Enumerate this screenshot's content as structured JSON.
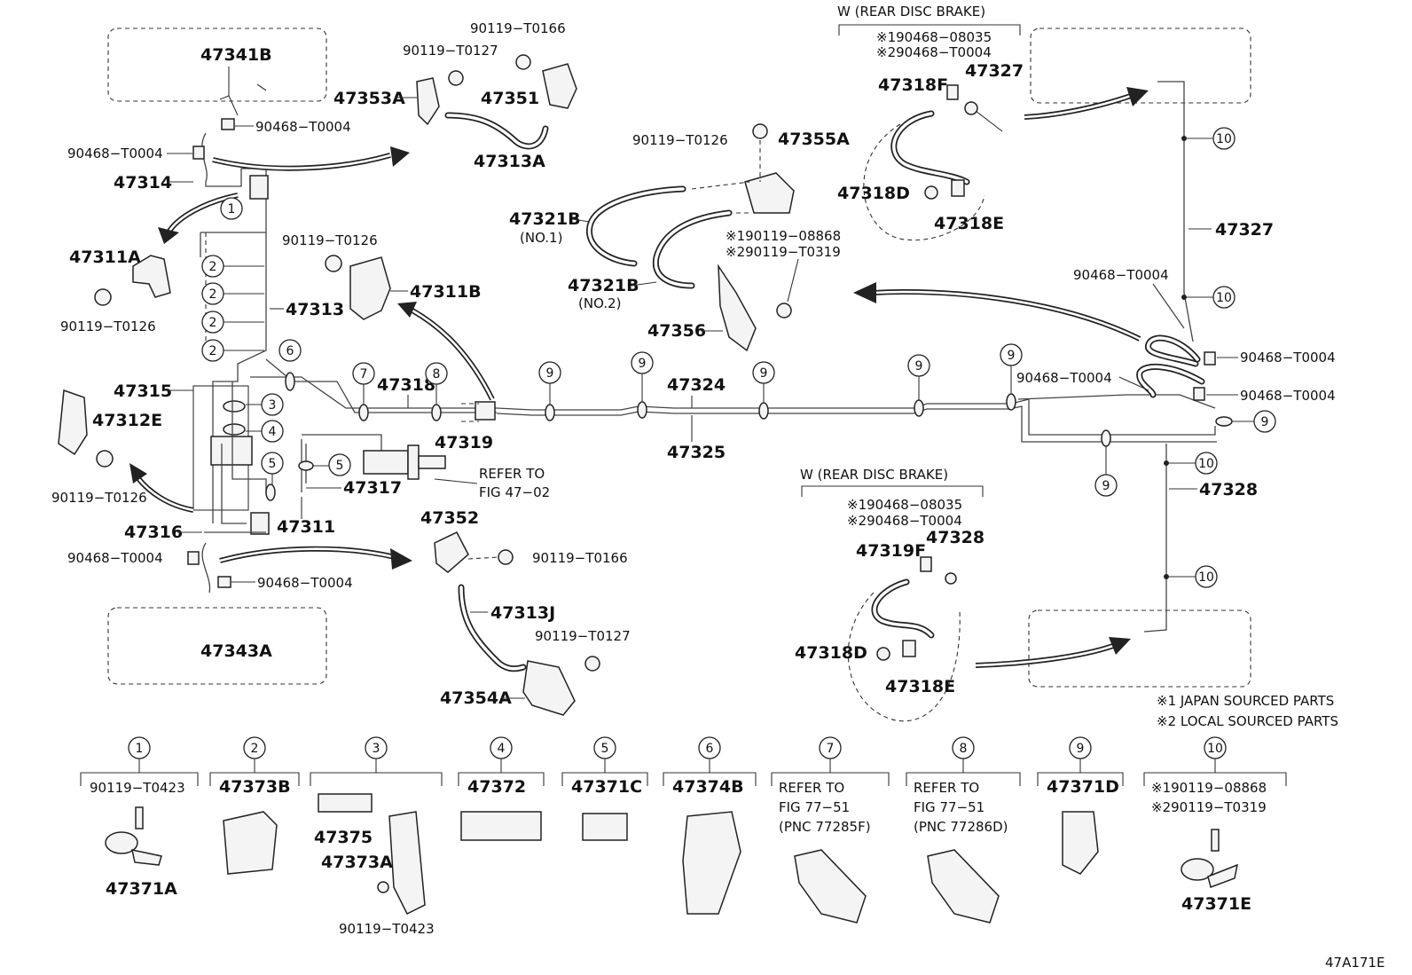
{
  "labels": {
    "p47341B": "47341B",
    "p90119_T0166_top": "90119−T0166",
    "p90119_T0127_top": "90119−T0127",
    "p47353A": "47353A",
    "p47351": "47351",
    "p47313A": "47313A",
    "p90468_T0004_a": "90468−T0004",
    "p90468_T0004_b": "90468−T0004",
    "p47314": "47314",
    "p47311A": "47311A",
    "p90119_T0126_a": "90119−T0126",
    "p90119_T0126_b": "90119−T0126",
    "p47311B": "47311B",
    "p47313": "47313",
    "p47315": "47315",
    "p47312E": "47312E",
    "p90119_T0126_c": "90119−T0126",
    "p47318": "47318",
    "p47319": "47319",
    "p47317": "47317",
    "p47311": "47311",
    "p47316": "47316",
    "p90468_T0004_c": "90468−T0004",
    "p90468_T0004_d": "90468−T0004",
    "p47343A": "47343A",
    "p47352": "47352",
    "p90119_T0166_b": "90119−T0166",
    "p47313J": "47313J",
    "p90119_T0127_b": "90119−T0127",
    "p47354A": "47354A",
    "refer_to": "REFER TO",
    "fig_47_02": "FIG 47−02",
    "p90119_T0126_d": "90119−T0126",
    "p47355A": "47355A",
    "p47321B_1": "47321B",
    "no1": "(NO.1)",
    "p47321B_2": "47321B",
    "no2": "(NO.2)",
    "bolt1": "※190119−08868",
    "bolt2": "※290119−T0319",
    "p47356": "47356",
    "p47324": "47324",
    "p47325": "47325",
    "w_rear_top": "W (REAR DISC BRAKE)",
    "clip1_top": "※190468−08035",
    "clip2_top": "※290468−T0004",
    "p47318F": "47318F",
    "p47327_top": "47327",
    "p47318D_top": "47318D",
    "p47318E_top": "47318E",
    "p47327": "47327",
    "p90468_T0004_e": "90468−T0004",
    "p90468_T0004_f": "90468−T0004",
    "p90468_T0004_g": "90468−T0004",
    "p90468_T0004_h": "90468−T0004",
    "p47328": "47328",
    "w_rear_bot": "W (REAR DISC BRAKE)",
    "clip1_bot": "※190468−08035",
    "clip2_bot": "※290468−T0004",
    "p47319F": "47319F",
    "p47328_bot": "47328",
    "p47318D_bot": "47318D",
    "p47318E_bot": "47318E",
    "note1": "※1 JAPAN SOURCED PARTS",
    "note2": "※2 LOCAL SOURCED PARTS",
    "fig_code": "47A171E"
  },
  "legend": [
    {
      "num": "1",
      "lines": [
        "90119−T0423"
      ],
      "part": "47371A"
    },
    {
      "num": "2",
      "lines": [
        "47373B"
      ],
      "part": ""
    },
    {
      "num": "3",
      "lines": [
        "47375",
        "47373A",
        "90119−T0423"
      ],
      "part": ""
    },
    {
      "num": "4",
      "lines": [
        "47372"
      ],
      "part": ""
    },
    {
      "num": "5",
      "lines": [
        "47371C"
      ],
      "part": ""
    },
    {
      "num": "6",
      "lines": [
        "47374B"
      ],
      "part": ""
    },
    {
      "num": "7",
      "lines": [
        "REFER TO",
        "FIG 77−51",
        "(PNC 77285F)"
      ],
      "part": ""
    },
    {
      "num": "8",
      "lines": [
        "REFER TO",
        "FIG 77−51",
        "(PNC 77286D)"
      ],
      "part": ""
    },
    {
      "num": "9",
      "lines": [
        "47371D"
      ],
      "part": ""
    },
    {
      "num": "10",
      "lines": [
        "※190119−08868",
        "※290119−T0319"
      ],
      "part": "47371E"
    }
  ],
  "callouts": [
    "1",
    "2",
    "3",
    "4",
    "5",
    "6",
    "7",
    "8",
    "9",
    "10"
  ]
}
